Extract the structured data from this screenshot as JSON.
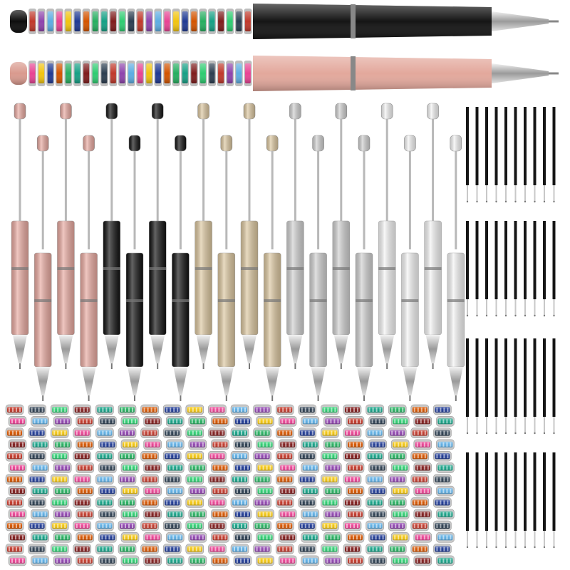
{
  "scene": {
    "background": "#ffffff",
    "assembled_pens": [
      {
        "color": "#151515",
        "cap": "#0d0d0d",
        "beads": "multicolor-rhinestone-spacers"
      },
      {
        "color": "#e3a89c",
        "cap": "#d99a8e",
        "beads": "multicolor-rhinestone-spacers"
      }
    ],
    "pen_color_groups": [
      {
        "name": "rose-gold",
        "body": "#e8a9a0",
        "count": 4
      },
      {
        "name": "black",
        "body": "#111111",
        "count": 4
      },
      {
        "name": "gold",
        "body": "#dcc7a0",
        "count": 4
      },
      {
        "name": "silver",
        "body": "#d0d0d0",
        "count": 4
      },
      {
        "name": "white",
        "body": "#f4f4f4",
        "count": 4
      }
    ],
    "refill_groups": 4,
    "refills_per_group": 10,
    "bead_grid": {
      "columns": 20,
      "rows": 14
    },
    "bead_colors": [
      "#c0392b",
      "#1f3a93",
      "#2ecc71",
      "#e84393",
      "#16a085",
      "#8e44ad",
      "#d35400",
      "#2c3e50",
      "#f1c40f",
      "#7f1d1d",
      "#5dade2",
      "#27ae60"
    ]
  }
}
